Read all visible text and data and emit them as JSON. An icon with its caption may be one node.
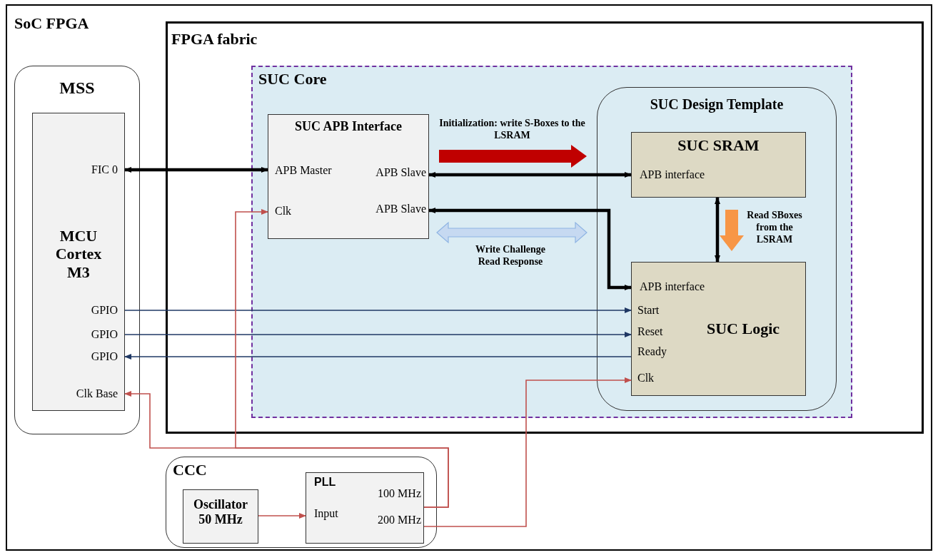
{
  "diagram": {
    "nodes": [
      {
        "text": [
          "SoC FPGA"
        ]
      },
      {
        "text": [
          "MSS"
        ],
        "in": 0
      },
      {
        "text": [
          "FIC 0",
          "MCU Cortex M3",
          "GPIO",
          "GPIO",
          "GPIO",
          "Clk Base"
        ],
        "in": 1
      },
      {
        "text": [
          "FPGA fabric"
        ],
        "in": 0
      },
      {
        "text": [
          "SUC Core"
        ],
        "in": 3
      },
      {
        "text": [
          "SUC APB Interface",
          "APB Master",
          "APB Slave",
          "Clk",
          "APB Slave"
        ],
        "in": 4
      },
      {
        "text": [
          "SUC Design Template"
        ],
        "in": 4
      },
      {
        "text": [
          "SUC SRAM",
          "APB interface"
        ],
        "in": 6
      },
      {
        "text": [
          "APB interface",
          "Start",
          "SUC Logic",
          "Reset",
          "Ready",
          "Clk"
        ],
        "in": 6
      },
      {
        "text": [
          "CCC"
        ],
        "in": 0
      },
      {
        "text": [
          "Oscillator 50 MHz"
        ],
        "in": 9
      },
      {
        "text": [
          "PLL",
          "100 MHz",
          "Input",
          "200 MHz"
        ],
        "in": 9
      }
    ],
    "edges": [
      {
        "from": 2,
        "to": 5,
        "arrow": "both",
        "style": "thick",
        "color": "#000000"
      },
      {
        "from": 5,
        "to": 7,
        "arrow": "both",
        "style": "thick",
        "color": "#000000"
      },
      {
        "from": 5,
        "to": 8,
        "arrow": "both",
        "style": "thick",
        "color": "#000000"
      },
      {
        "from": 7,
        "to": 8,
        "arrow": "both",
        "style": "thick",
        "color": "#000000"
      },
      {
        "from": 2,
        "to": 8,
        "arrow": "to",
        "color": "#1f3864"
      },
      {
        "from": 2,
        "to": 8,
        "arrow": "to",
        "color": "#1f3864"
      },
      {
        "from": 8,
        "to": 2,
        "arrow": "to",
        "color": "#1f3864"
      },
      {
        "from": 11,
        "to": 2,
        "arrow": "to",
        "color": "#c0504d"
      },
      {
        "from": 11,
        "to": 5,
        "arrow": "to",
        "color": "#c0504d"
      },
      {
        "from": 11,
        "to": 8,
        "arrow": "to",
        "color": "#c0504d"
      },
      {
        "from": 10,
        "to": 11,
        "arrow": "to",
        "color": "#c0504d"
      }
    ],
    "labels": [
      "Initialization: write S-Boxes to the LSRAM",
      "Write Challenge Read Response",
      "Read SBoxes from the LSRAM"
    ]
  }
}
